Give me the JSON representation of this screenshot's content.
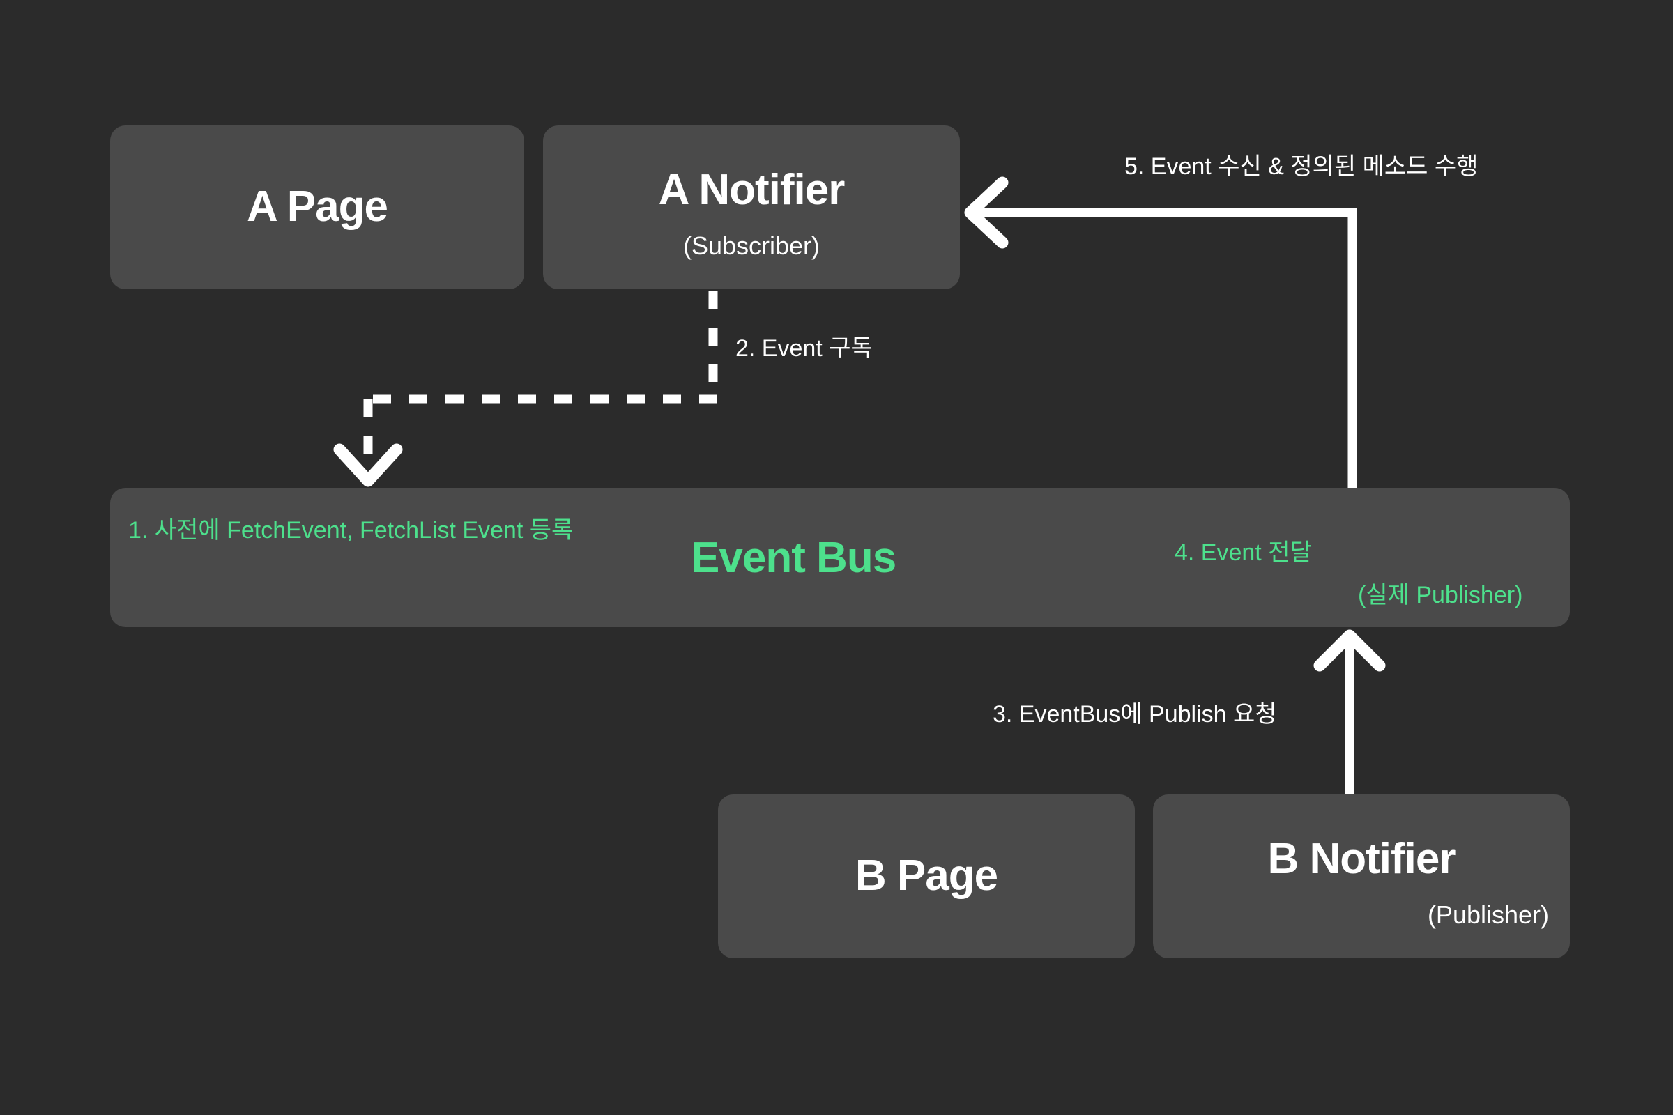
{
  "diagram": {
    "title": "Event Bus pub/sub flow diagram",
    "colors": {
      "background": "#2b2b2b",
      "node_fill": "#4a4a4a",
      "accent_green": "#4de08c",
      "line_white": "#ffffff"
    }
  },
  "nodes": {
    "a_page": {
      "title": "A Page",
      "subtitle": ""
    },
    "a_notifier": {
      "title": "A Notifier",
      "subtitle": "(Subscriber)"
    },
    "b_page": {
      "title": "B Page",
      "subtitle": ""
    },
    "b_notifier": {
      "title": "B Notifier",
      "subtitle": "(Publisher)"
    },
    "event_bus": {
      "title": "Event Bus",
      "subtitle": "(실제 Publisher)"
    }
  },
  "steps": {
    "step1": "1. 사전에 FetchEvent, FetchList Event 등록",
    "step2": "2. Event 구독",
    "step3": "3. EventBus에 Publish 요청",
    "step4": "4. Event 전달",
    "step5": "5. Event 수신 & 정의된 메소드 수행"
  }
}
